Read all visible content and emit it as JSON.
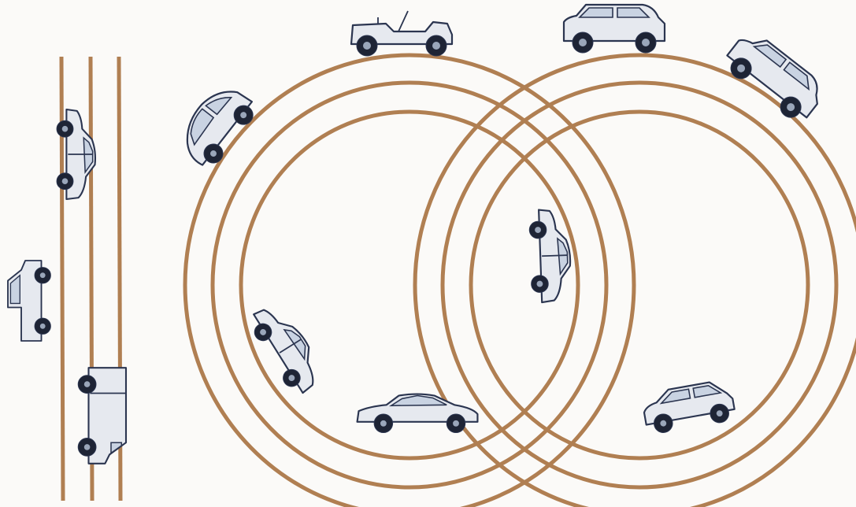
{
  "illustration": {
    "colors": {
      "track": "#b07f52",
      "background": "#fbfaf8",
      "car_outline": "#2b3550",
      "car_fill": "#e6e9ef",
      "car_window": "#c9d3e2",
      "tire": "#1e2435",
      "hub": "#9aa6ba"
    },
    "cars": [
      {
        "name": "sedan-on-left-track-top",
        "kind": "sedan"
      },
      {
        "name": "truck-on-left-track",
        "kind": "truck"
      },
      {
        "name": "van-on-left-track-bottom",
        "kind": "van"
      },
      {
        "name": "beetle-on-left-loop",
        "kind": "beetle"
      },
      {
        "name": "vintage-roadster-on-left-loop-top",
        "kind": "roadster"
      },
      {
        "name": "suv-on-right-loop-top",
        "kind": "suv"
      },
      {
        "name": "crossover-on-right-loop-top-right",
        "kind": "suv"
      },
      {
        "name": "sedan-inside-loops",
        "kind": "sedan"
      },
      {
        "name": "sedan-on-left-loop-lower",
        "kind": "sedan"
      },
      {
        "name": "coupe-on-left-loop-bottom",
        "kind": "coupe"
      },
      {
        "name": "hatchback-on-right-loop-bottom",
        "kind": "hatch"
      }
    ]
  }
}
